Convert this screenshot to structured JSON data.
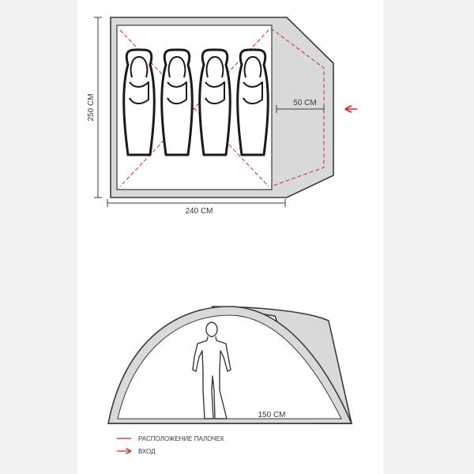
{
  "floor_plan": {
    "width_label": "240 CM",
    "height_label": "250 CM",
    "vestibule_label": "50 CM",
    "sleeping_places": 4
  },
  "side_view": {
    "height_label": "150 CM"
  },
  "legend": {
    "poles_label": "РАСПОЛОЖЕНИЕ ПАЛОЧЕК",
    "entrance_label": "ВХОД"
  },
  "colors": {
    "poles": "#d62828",
    "outline": "#3a3a3a",
    "floor_fill": "#d9d9d9",
    "background": "#f2f2f2"
  },
  "icons": [
    "sleeping-bag-icon",
    "person-silhouette-icon",
    "entrance-arrow-icon"
  ]
}
